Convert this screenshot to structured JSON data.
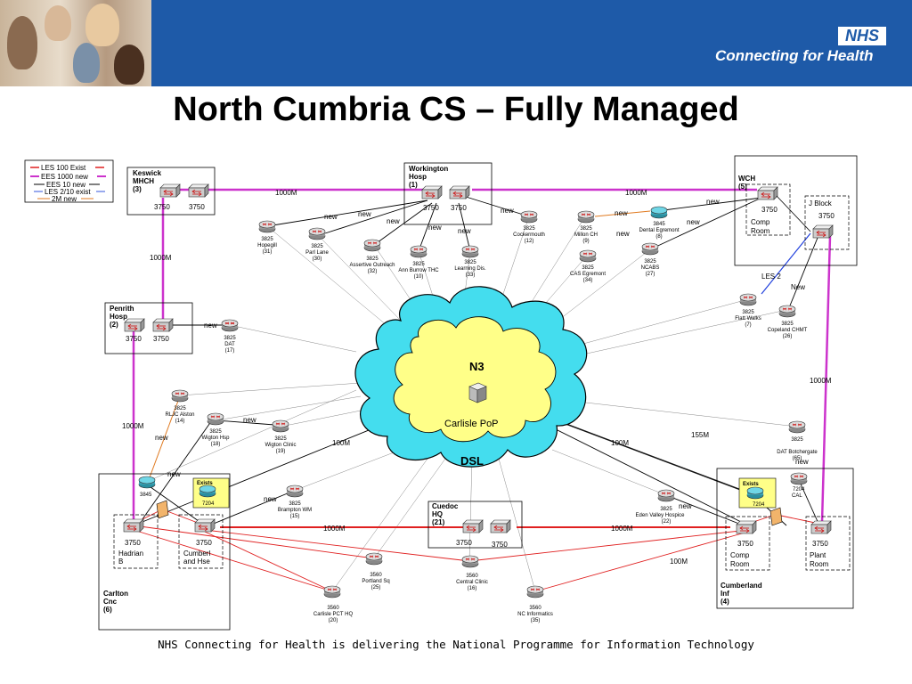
{
  "header": {
    "nhs_logo": "NHS",
    "org_name": "Connecting for Health"
  },
  "title": "North Cumbria CS – Fully Managed",
  "footer": "NHS Connecting for Health is delivering the National Programme for Information Technology",
  "legend": {
    "items": [
      {
        "label": "LES 100 Exist",
        "color": "#e02020"
      },
      {
        "label": "EES 1000 new",
        "color": "#cc33cc"
      },
      {
        "label": "EES 10 new",
        "color": "#000000"
      },
      {
        "label": "LES 2/10 exist",
        "color": "#3355dd"
      },
      {
        "label": "2M new",
        "color": "#e07a20"
      }
    ]
  },
  "colors": {
    "magenta": "#cc33cc",
    "red": "#e02020",
    "blue": "#2040dd",
    "orange": "#e07a20",
    "cloud_outer": "#44ddee",
    "cloud_inner": "#ffff88",
    "header_blue": "#1e5aa8",
    "cyan_router": "#44bbcc"
  },
  "cloud": {
    "label_top": "N3",
    "label_center": "Carlisle PoP",
    "label_bottom": "DSL"
  },
  "sites": {
    "keswick": {
      "name_l1": "Keswick",
      "name_l2": "MHCH",
      "num": "(3)",
      "r1": "3750",
      "r2": "3750"
    },
    "workington": {
      "name_l1": "Workington",
      "name_l2": "Hosp",
      "num": "(1)",
      "r1": "3750",
      "r2": "3750"
    },
    "wch": {
      "name": "WCH",
      "num": "(5)",
      "r1": "3750",
      "comp_l1": "Comp",
      "comp_l2": "Room",
      "jblock": "J Block",
      "r2": "3750"
    },
    "penrith": {
      "name_l1": "Penrith",
      "name_l2": "Hosp",
      "num": "(2)",
      "r1": "3750",
      "r2": "3750"
    },
    "carlton": {
      "name_l1": "Carlton",
      "name_l2": "Cnc",
      "num": "(6)",
      "hadrian_num": "3750",
      "hadrian_l1": "Hadrian",
      "hadrian_l2": "B",
      "cumberl_num": "3750",
      "cumberl_l1": "Cumberl",
      "cumberl_l2": "and Hse",
      "exists": "Exists",
      "r7204": "7204",
      "r3845": "3845"
    },
    "cuedoc": {
      "name_l1": "Cuedoc",
      "name_l2": "HQ",
      "num": "(21)",
      "r1": "3750",
      "r2": "3750"
    },
    "cumberland": {
      "name_l1": "Cumberland",
      "name_l2": "Inf",
      "num": "(4)",
      "comp_num": "3750",
      "comp_l1": "Comp",
      "comp_l2": "Room",
      "plant_num": "3750",
      "plant_l1": "Plant",
      "plant_l2": "Room",
      "exists": "Exists",
      "r7204": "7204",
      "cal_l1": "7204",
      "cal_l2": "CAL"
    }
  },
  "remote_routers": [
    {
      "l1": "3825",
      "l2": "Hopegill",
      "l3": "(31)"
    },
    {
      "l1": "3825",
      "l2": "Parl Lane",
      "l3": "(30)"
    },
    {
      "l1": "3825",
      "l2": "Assertive Outreach",
      "l3": "(32)"
    },
    {
      "l1": "3825",
      "l2": "Ann Burrow THC",
      "l3": "(10)"
    },
    {
      "l1": "3825",
      "l2": "Learning Dis.",
      "l3": "(33)"
    },
    {
      "l1": "3825",
      "l2": "Cockermouth",
      "l3": "(12)"
    },
    {
      "l1": "3825",
      "l2": "Millon CH",
      "l3": "(9)"
    },
    {
      "l1": "3845",
      "l2": "Dental Egremont",
      "l3": "(8)"
    },
    {
      "l1": "3825",
      "l2": "CAS Egremont",
      "l3": "(34)"
    },
    {
      "l1": "3825",
      "l2": "NCABS",
      "l3": "(27)"
    },
    {
      "l1": "3825",
      "l2": "Flatt Walks",
      "l3": "(7)"
    },
    {
      "l1": "3825",
      "l2": "Copeland CHMT",
      "l3": "(26)"
    },
    {
      "l1": "3825",
      "l2": "DAT",
      "l3": "(17)"
    },
    {
      "l1": "3825",
      "l2": "RLJC Alston",
      "l3": "(14)"
    },
    {
      "l1": "3825",
      "l2": "Wigton Hsp",
      "l3": "(18)"
    },
    {
      "l1": "3825",
      "l2": "Wigton Clinic",
      "l3": "(19)"
    },
    {
      "l1": "3825",
      "l2": "Brampton WM",
      "l3": "(15)"
    },
    {
      "l1": "3825",
      "l2": "Eden Valley Hospice",
      "l3": "(22)"
    },
    {
      "l1": "3825",
      "l2": "DAT Botchergate",
      "l3": "(65)"
    },
    {
      "l1": "3560",
      "l2": "Portland Sq",
      "l3": "(25)"
    },
    {
      "l1": "3560",
      "l2": "Central Clinic",
      "l3": "(16)"
    },
    {
      "l1": "3560",
      "l2": "Carlisle PCT HQ",
      "l3": "(20)"
    },
    {
      "l1": "3560",
      "l2": "NC Informatics",
      "l3": "(35)"
    }
  ],
  "link_labels": {
    "l1000m_a": "1000M",
    "l1000m_b": "1000M",
    "l1000m_c": "1000M",
    "l1000m_d": "1000M",
    "l1000m_e": "1000M",
    "l1000m_f": "1000M",
    "l1000m_g": "1000M",
    "l100m_a": "100M",
    "l100m_b": "100M",
    "l100m_c": "100M",
    "l155m": "155M",
    "les2": "LES 2",
    "new_cap": "New",
    "new": "new"
  }
}
